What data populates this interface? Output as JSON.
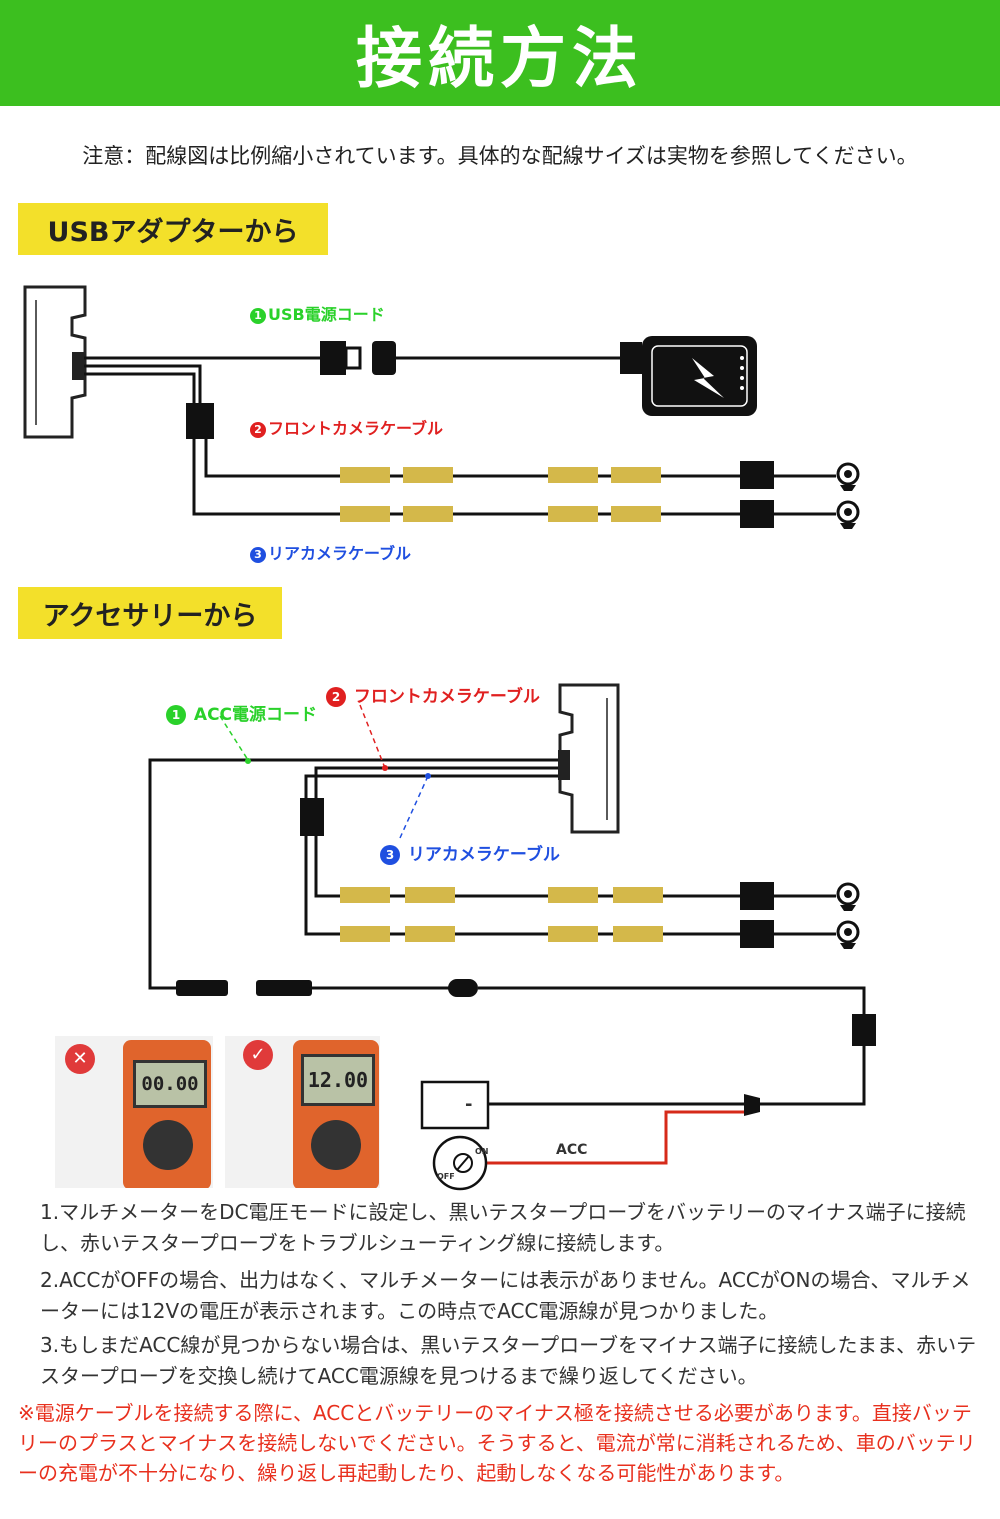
{
  "header": {
    "title": "接続方法"
  },
  "note": "注意：配線図は比例縮小されています。具体的な配線サイズは実物を参照してください。",
  "section1": {
    "label": "USBアダプターから",
    "cable1": {
      "num": "1",
      "text": "USB電源コード"
    },
    "cable2": {
      "num": "2",
      "text": "フロントカメラケーブル"
    },
    "cable3": {
      "num": "3",
      "text": "リアカメラケーブル"
    }
  },
  "section2": {
    "label": "アクセサリーから",
    "cable1": {
      "num": "1",
      "text": "ACC電源コード"
    },
    "cable2": {
      "num": "2",
      "text": "フロントカメラケーブル"
    },
    "cable3": {
      "num": "3",
      "text": "リアカメラケーブル"
    },
    "battery_minus": "-",
    "acc": "ACC",
    "switch_on": "ON",
    "switch_off": "OFF"
  },
  "multimeters": [
    {
      "status": "wrong",
      "mark": "✕",
      "reading": "00.00"
    },
    {
      "status": "correct",
      "mark": "✓",
      "reading": "12.00"
    }
  ],
  "instructions": [
    "1.マルチメーターをDC電圧モードに設定し、黒いテスタープローブをバッテリーのマイナス端子に接続し、赤いテスタープローブをトラブルシューティング線に接続します。",
    "2.ACCがOFFの場合、出力はなく、マルチメーターには表示がありません。ACCがONの場合、マルチメーターには12Vの電圧が表示されます。この時点でACC電源線が見つかりました。",
    "3.もしまだACC線が見つからない場合は、黒いテスタープローブをマイナス端子に接続したまま、赤いテスタープローブを交換し続けてACC電源線を見つけるまで繰り返してください。"
  ],
  "warning": "※電源ケーブルを接続する際に、ACCとバッテリーのマイナス極を接続させる必要があります。直接バッテリーのプラスとマイナスを接続しないでください。そうすると、電流が常に消耗されるため、車のバッテリーの充電が不十分になり、繰り返し再起動したり、起動しなくなる可能性があります。",
  "colors": {
    "header": "#3cbf1f",
    "label_bg": "#f3e02a",
    "green": "#2ad12a",
    "red": "#e02020",
    "blue": "#1f4fe0",
    "warning": "#e8301e",
    "cable_sleeve": "#d4b84a"
  }
}
